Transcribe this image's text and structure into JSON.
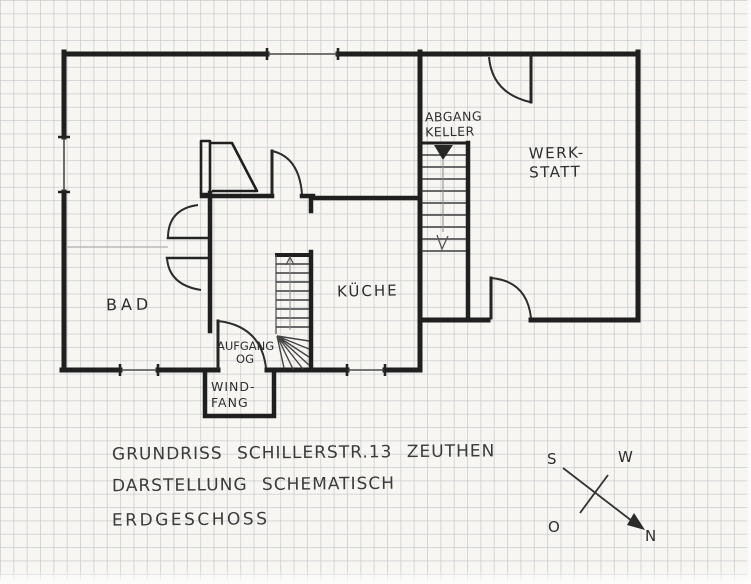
{
  "plan_labels": {
    "bad": "BAD",
    "kueche": "KÜCHE",
    "werkstatt": [
      "WERK-",
      "STATT"
    ],
    "abgang_keller": [
      "ABGANG",
      "KELLER"
    ],
    "aufgang_og": [
      "AUFGANG",
      "OG"
    ],
    "windfang": [
      "WIND-",
      "FANG"
    ]
  },
  "caption": {
    "line1": "GRUNDRISS SCHILLERSTR.13 ZEUTHEN",
    "line2": "DARSTELLUNG SCHEMATISCH",
    "line3": "ERDGESCHOSS"
  },
  "compass": {
    "s": "S",
    "w": "W",
    "o": "O",
    "n": "N"
  },
  "colors": {
    "ink": "#262626",
    "pencil": "#9b9b9b",
    "paper": "#f7f6f3",
    "grid": "#d9dadb"
  }
}
